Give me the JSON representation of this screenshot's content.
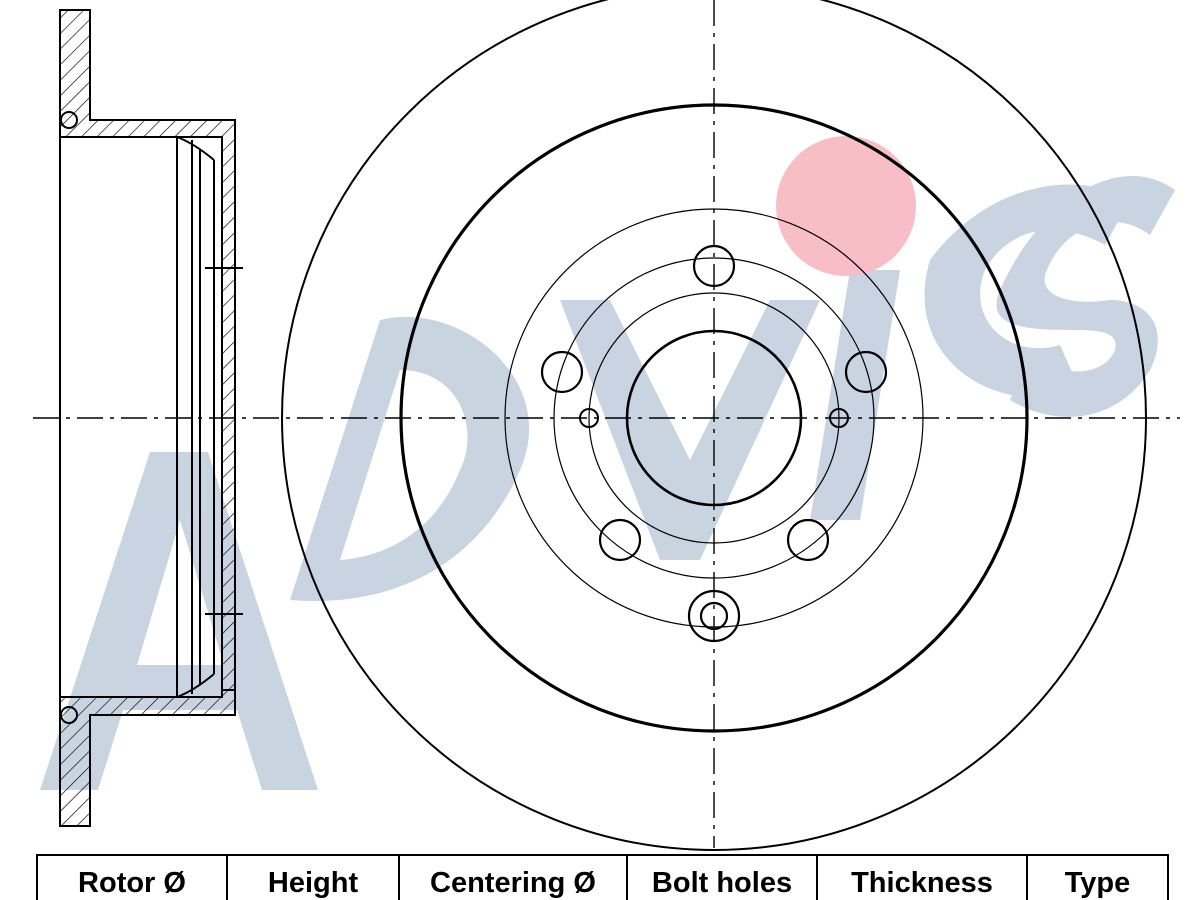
{
  "watermark": {
    "text": "ADVICS",
    "color": "#b7c5d7",
    "dot_color": "#f6a8b3"
  },
  "drawing": {
    "line_color": "#000000"
  },
  "spec_table": {
    "headers": [
      "Rotor Ø",
      "Height",
      "Centering Ø",
      "Bolt holes",
      "Thickness",
      "Type"
    ]
  }
}
